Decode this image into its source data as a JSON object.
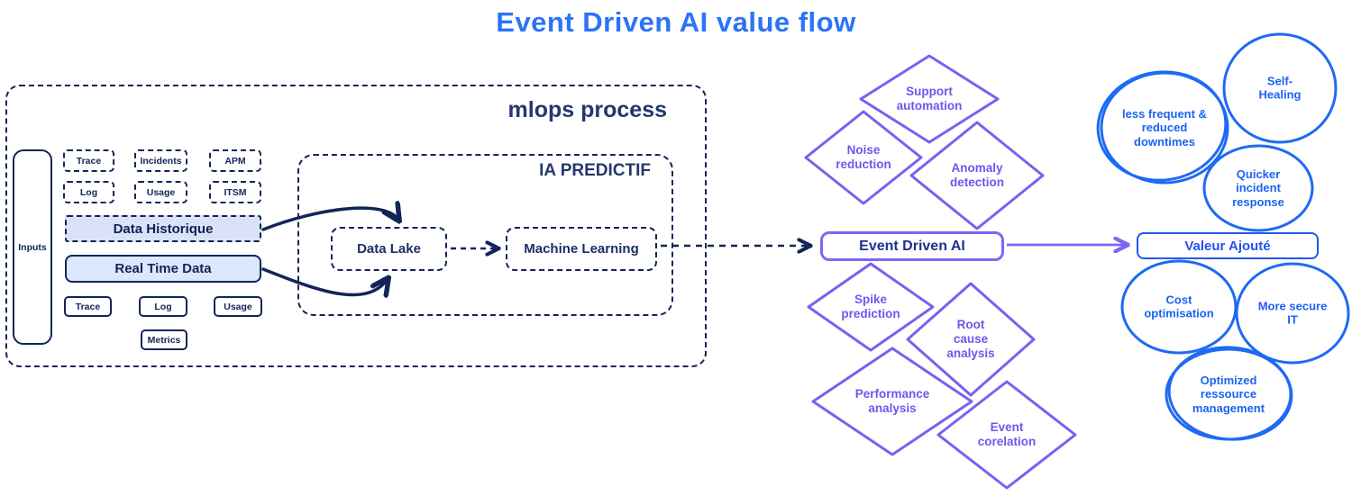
{
  "title": "Event Driven AI value flow",
  "mlops": {
    "label": "mlops process",
    "inputs_label": "Inputs",
    "sources": [
      "Trace",
      "Incidents",
      "APM",
      "Log",
      "Usage",
      "ITSM"
    ],
    "data_historique": "Data Historique",
    "real_time_data": "Real Time Data",
    "outputs": [
      "Trace",
      "Log",
      "Usage",
      "Metrics"
    ],
    "ia_predictif": {
      "label": "IA PREDICTIF",
      "data_lake": "Data Lake",
      "machine_learning": "Machine Learning"
    }
  },
  "flow": {
    "event_driven_ai": "Event Driven AI",
    "valeur_ajoute": "Valeur Ajouté"
  },
  "capabilities": [
    "Support automation",
    "Noise reduction",
    "Anomaly detection",
    "Spike prediction",
    "Root cause analysis",
    "Performance analysis",
    "Event corelation"
  ],
  "benefits": [
    "Self-Healing",
    "less frequent & reduced downtimes",
    "Quicker incident response",
    "Cost optimisation",
    "More secure IT",
    "Optimized ressource management"
  ],
  "colors": {
    "navy": "#122559",
    "purple": "#7463F0",
    "blue": "#1B66F2",
    "title_blue": "#2B74F6",
    "light_fill": "#D9E2F7"
  }
}
